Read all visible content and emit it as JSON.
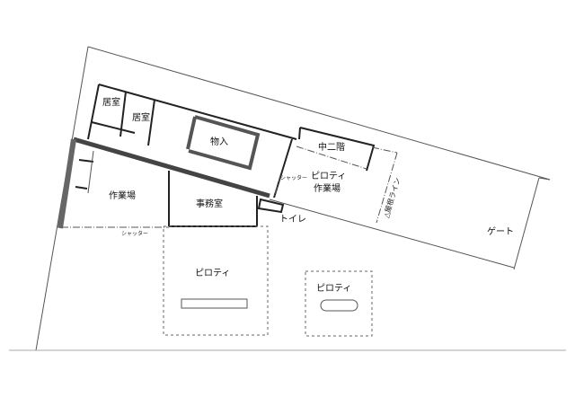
{
  "plan": {
    "rooms": {
      "living_room_1": "居室",
      "living_room_2": "居室",
      "storage": "物入",
      "mezzanine": "中二階",
      "piloti_workshop_line1": "ピロティ",
      "piloti_workshop_line2": "作業場",
      "workshop": "作業場",
      "office": "事務室",
      "toilet": "トイレ",
      "gate": "ゲート",
      "piloti_1": "ピロティ",
      "piloti_2": "ピロティ"
    },
    "annotations": {
      "shutter_1": "シャッター",
      "shutter_2": "シャッター",
      "roof_line": "△屋根ライン"
    }
  }
}
